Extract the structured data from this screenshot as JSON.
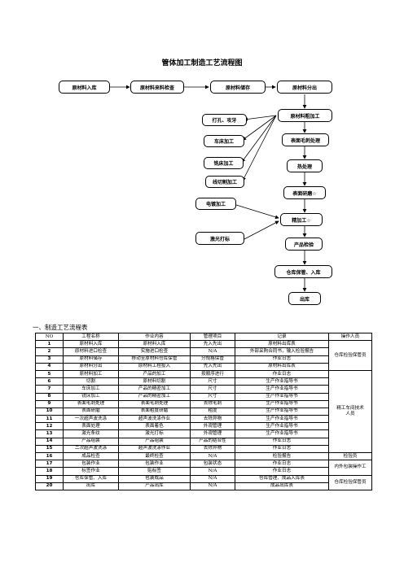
{
  "page_title": "管体加工制造工艺流程图",
  "flow": {
    "top_row": [
      "原材料入库",
      "原材料来料检查",
      "原材料储存",
      "原材料分出"
    ],
    "main_chain": [
      "原材料粗加工",
      "表面毛刺处理",
      "热处理",
      "表面研磨☆",
      "精加工☆",
      "产品检验",
      "仓库保管、入库",
      "出库"
    ],
    "side_steps": [
      "打孔、攻牙",
      "车床加工",
      "铣床加工",
      "线切割加工",
      "电镀加工",
      "激光打标"
    ]
  },
  "section_title": "一、制造工艺流程表",
  "table": {
    "headers": [
      "NO",
      "工程名称",
      "作业内容",
      "管理项目",
      "记录",
      "操作人员"
    ],
    "rows": [
      [
        "1",
        "原材料入库",
        "原材料入库",
        "先入先出",
        "原材料出库表"
      ],
      [
        "2",
        "原材料进口检查",
        "实施进口检查",
        "N/A",
        "外部采购合同书，输入检验报告"
      ],
      [
        "3",
        "原材料储存",
        "移动至原材料仓库保管",
        "分规格保管",
        "作业日志"
      ],
      [
        "4",
        "原材料分出",
        "原材料工程投入",
        "先入先出",
        "原材料出库表"
      ],
      [
        "5",
        "原材料加工",
        "产品的加工",
        "按顺序进行",
        "作业日志"
      ],
      [
        "6",
        "切割",
        "原材料切割",
        "尺寸",
        "生产作业指导书"
      ],
      [
        "7",
        "车床加工",
        "产品的精密加工",
        "尺寸",
        "生产作业指导书"
      ],
      [
        "8",
        "铣床加工",
        "产品的精密加工",
        "尺寸",
        "生产作业指导书"
      ],
      [
        "9",
        "表面毛刺处理",
        "表面毛刺处理",
        "去除毛刺",
        "生产作业指导书"
      ],
      [
        "10",
        "表面研磨",
        "表面粗度研磨",
        "粗度",
        "生产作业指导书"
      ],
      [
        "11",
        "一次超声波洗涤",
        "超声波洗涤作业",
        "去除异物",
        "生产作业指导书"
      ],
      [
        "12",
        "表面处理",
        "表面着色",
        "外观管理",
        "生产作业指导书"
      ],
      [
        "13",
        "激光条纹",
        "激光打标",
        "外观管理",
        "生产作业指导书"
      ],
      [
        "14",
        "产品组装",
        "产品组装",
        "产品的结合性",
        "作业日志"
      ],
      [
        "15",
        "二次超声波洗涤",
        "超声波洗涤作业",
        "去除异物",
        "作业日志"
      ],
      [
        "16",
        "成品检查",
        "最终检查",
        "N/A",
        "检验报告"
      ],
      [
        "17",
        "包装作业",
        "包装作业",
        "包装状态",
        "作业日志"
      ],
      [
        "18",
        "标签作业",
        "贴标签",
        "N/A",
        "作业日志"
      ],
      [
        "19",
        "仓库保管、入库",
        "包装成品",
        "N/A",
        "仓库管理、成品入库表"
      ],
      [
        "20",
        "出库",
        "产品出库",
        "N/A",
        "成品出库表"
      ]
    ],
    "operators": {
      "group_1_4": "仓库检验保管员",
      "group_5_15": "精工车间技术人员",
      "row_16": "检验员",
      "row_17_18": "内外包装操作工",
      "row_19_20": "仓库检验保管员"
    }
  }
}
